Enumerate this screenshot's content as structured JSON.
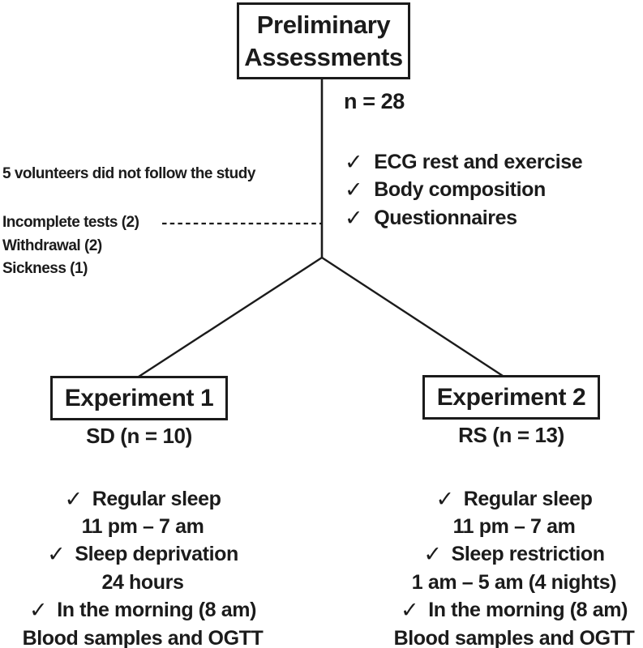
{
  "colors": {
    "ink": "#1b1b1b",
    "background": "#ffffff"
  },
  "icons": {
    "check": "✓"
  },
  "flowchart": {
    "preliminary": {
      "title": "Preliminary Assessments",
      "sample_size": "n = 28",
      "assessments": [
        {
          "checked": true,
          "text": "ECG rest and exercise"
        },
        {
          "checked": true,
          "text": "Body composition"
        },
        {
          "checked": true,
          "text": "Questionnaires"
        }
      ]
    },
    "dropout": {
      "headline": "5 volunteers did not follow the study",
      "reasons": [
        {
          "text": "Incomplete tests (2)"
        },
        {
          "text": "Withdrawal (2)"
        },
        {
          "text": "Sickness (1)"
        }
      ]
    },
    "experiment1": {
      "title": "Experiment 1",
      "subtitle": "SD (n = 10)",
      "protocol": [
        {
          "checked": true,
          "text": "Regular sleep"
        },
        {
          "checked": false,
          "text": "11 pm – 7 am"
        },
        {
          "checked": true,
          "text": "Sleep deprivation"
        },
        {
          "checked": false,
          "text": "24 hours"
        },
        {
          "checked": true,
          "text": "In the morning (8 am)"
        },
        {
          "checked": false,
          "text": "Blood samples and OGTT"
        }
      ]
    },
    "experiment2": {
      "title": "Experiment 2",
      "subtitle": "RS (n = 13)",
      "protocol": [
        {
          "checked": true,
          "text": "Regular sleep"
        },
        {
          "checked": false,
          "text": "11 pm – 7 am"
        },
        {
          "checked": true,
          "text": "Sleep restriction"
        },
        {
          "checked": false,
          "text": "1 am – 5 am (4 nights)"
        },
        {
          "checked": true,
          "text": "In the morning (8 am)"
        },
        {
          "checked": false,
          "text": "Blood samples and OGTT"
        }
      ]
    }
  }
}
